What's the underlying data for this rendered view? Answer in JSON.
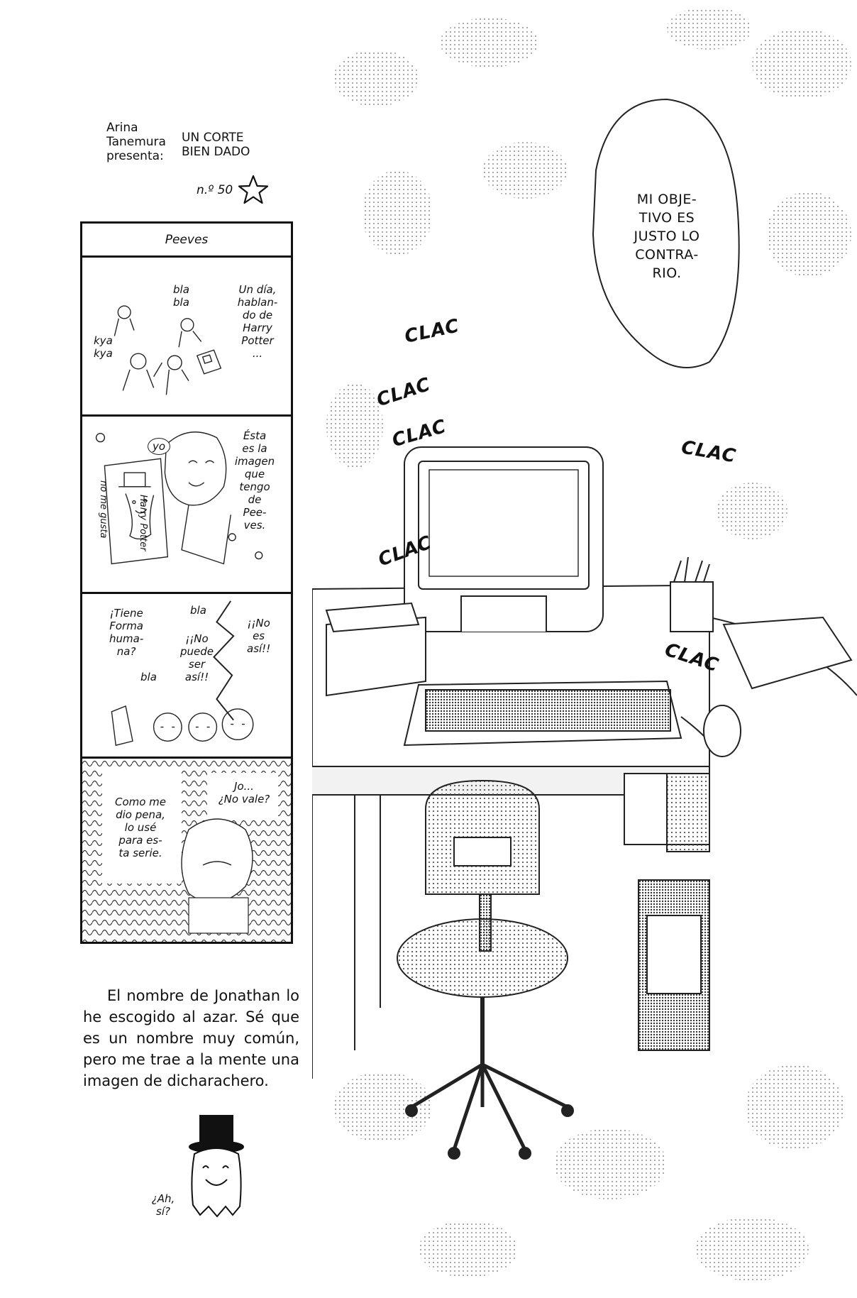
{
  "credit": {
    "author_lines": [
      "Arina",
      "Tanemura",
      "presenta:"
    ],
    "title_lines": [
      "UN CORTE",
      "BIEN DADO"
    ],
    "issue": "n.º 50"
  },
  "strip": {
    "title": "Peeves",
    "panel1": {
      "narration": [
        "Un día,",
        "hablan-",
        "do de",
        "Harry",
        "Potter",
        "..."
      ],
      "chatter_a": [
        "bla",
        "bla"
      ],
      "chatter_b": [
        "kya",
        "kya"
      ]
    },
    "panel2": {
      "label_me": "yo",
      "sign_a": "Harry Potter",
      "sign_b": "no me gusta",
      "speech": [
        "Ésta",
        "es la",
        "imagen",
        "que",
        "tengo",
        "de",
        "Pee-",
        "ves."
      ]
    },
    "panel3": {
      "q1": [
        "¡Tiene",
        "Forma",
        "huma-",
        "na?"
      ],
      "bla1": "bla",
      "q2": [
        "¡¡No",
        "puede",
        "ser",
        "así!!"
      ],
      "bla2": "bla",
      "q3": [
        "¡¡No",
        "es",
        "así!!"
      ]
    },
    "panel4": {
      "caption": [
        "Como me",
        "dio pena,",
        "lo usé",
        "para es-",
        "ta serie."
      ],
      "reply": [
        "Jo...",
        "¿No vale?"
      ]
    }
  },
  "note": {
    "text": "El nombre de Jonathan lo he escogido al azar. Sé que es un nombre muy común, pero me trae a la mente una imagen de dicharachero."
  },
  "ghost": {
    "line": [
      "¿Ah,",
      "sí?"
    ]
  },
  "illustration": {
    "speech": [
      "MI OBJE-",
      "TIVO ES",
      "JUSTO LO",
      "CONTRA-",
      "RIO."
    ],
    "sfx": [
      "CLAC",
      "CLAC",
      "CLAC",
      "CLAC",
      "CLAC",
      "CLAC"
    ]
  }
}
